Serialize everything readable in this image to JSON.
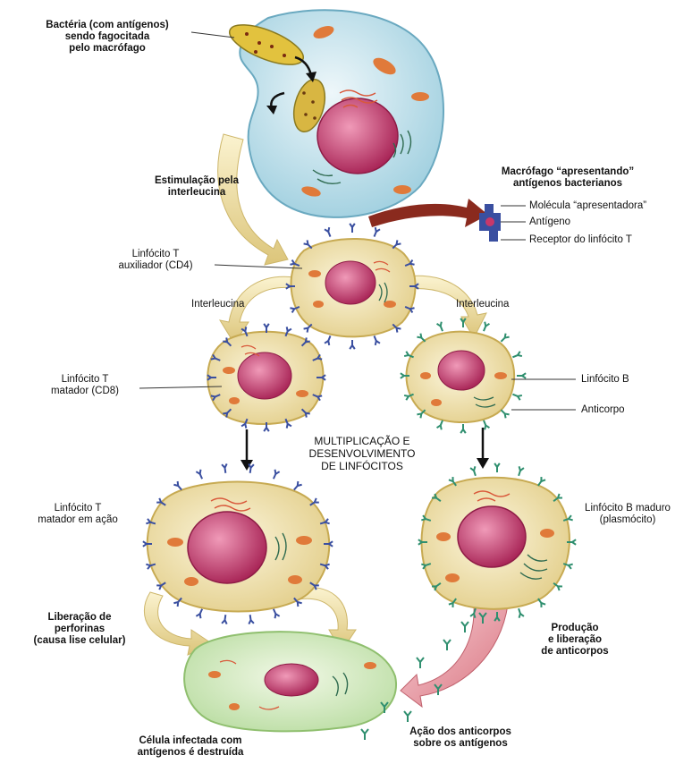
{
  "labels": {
    "bacteria": [
      "Bactéria (com antígenos)",
      "sendo fagocitada",
      "pelo macrófago"
    ],
    "stimulation": [
      "Estimulação pela",
      "interleucina"
    ],
    "macrophage_presenting": [
      "Macrófago “apresentando”",
      "antígenos bacterianos"
    ],
    "molecule_presenting": "Molécula “apresentadora”",
    "antigen": "Antígeno",
    "t_receptor": "Receptor do linfócito T",
    "t_helper": [
      "Linfócito T",
      "auxiliador (CD4)"
    ],
    "interleukin_left": "Interleucina",
    "interleukin_right": "Interleucina",
    "t_killer": [
      "Linfócito T",
      "matador (CD8)"
    ],
    "b_cell": "Linfócito B",
    "antibody": "Anticorpo",
    "multiplication": [
      "MULTIPLICAÇÃO E",
      "DESENVOLVIMENTO",
      "DE LINFÓCITOS"
    ],
    "t_killer_action": [
      "Linfócito T",
      "matador em ação"
    ],
    "b_mature": [
      "Linfócito B maduro",
      "(plasmócito)"
    ],
    "perforin": [
      "Liberação de",
      "perforinas",
      "(causa lise celular)"
    ],
    "antibody_production": [
      "Produção",
      "e liberação",
      "de anticorpos"
    ],
    "infected_cell": [
      "Célula infectada com",
      "antígenos é destruída"
    ],
    "antibody_action": [
      "Ação dos anticorpos",
      "sobre os antígenos"
    ]
  },
  "colors": {
    "macrophage": "#cfe6ee",
    "lymphocyte": "#f3e9c4",
    "nucleus": "#c8386a",
    "mitochondria": "#e07a3a",
    "infected_cell": "#d8ecc4",
    "t_receptor": "#3a4fa0",
    "antibody": "#2f8f6f",
    "stimulus_arrow": "#e8d79a",
    "antibody_arrow": "#e89aa4",
    "presenting_arrow": "#8a2a1e"
  }
}
